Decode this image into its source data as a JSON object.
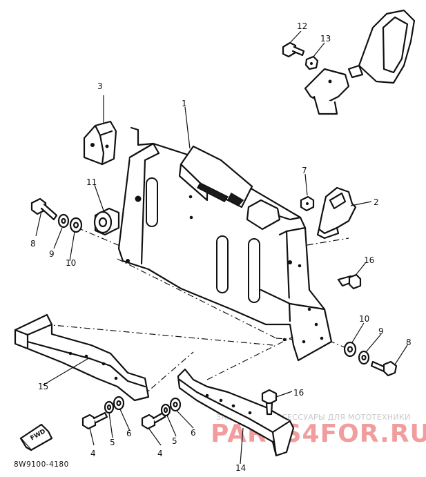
{
  "diagram": {
    "drawing_code": "8W9100-4180",
    "direction_marker": "FWD",
    "callouts": [
      "1",
      "2",
      "3",
      "4",
      "4",
      "5",
      "5",
      "6",
      "6",
      "7",
      "8",
      "8",
      "9",
      "9",
      "10",
      "10",
      "11",
      "12",
      "13",
      "14",
      "15",
      "16",
      "16"
    ]
  },
  "watermark": {
    "tagline": "ЗАПЧАСТИ И АКСЕССУАРЫ ДЛЯ МОТОТЕХНИКИ",
    "brand": "PARTS4FOR.RU"
  }
}
